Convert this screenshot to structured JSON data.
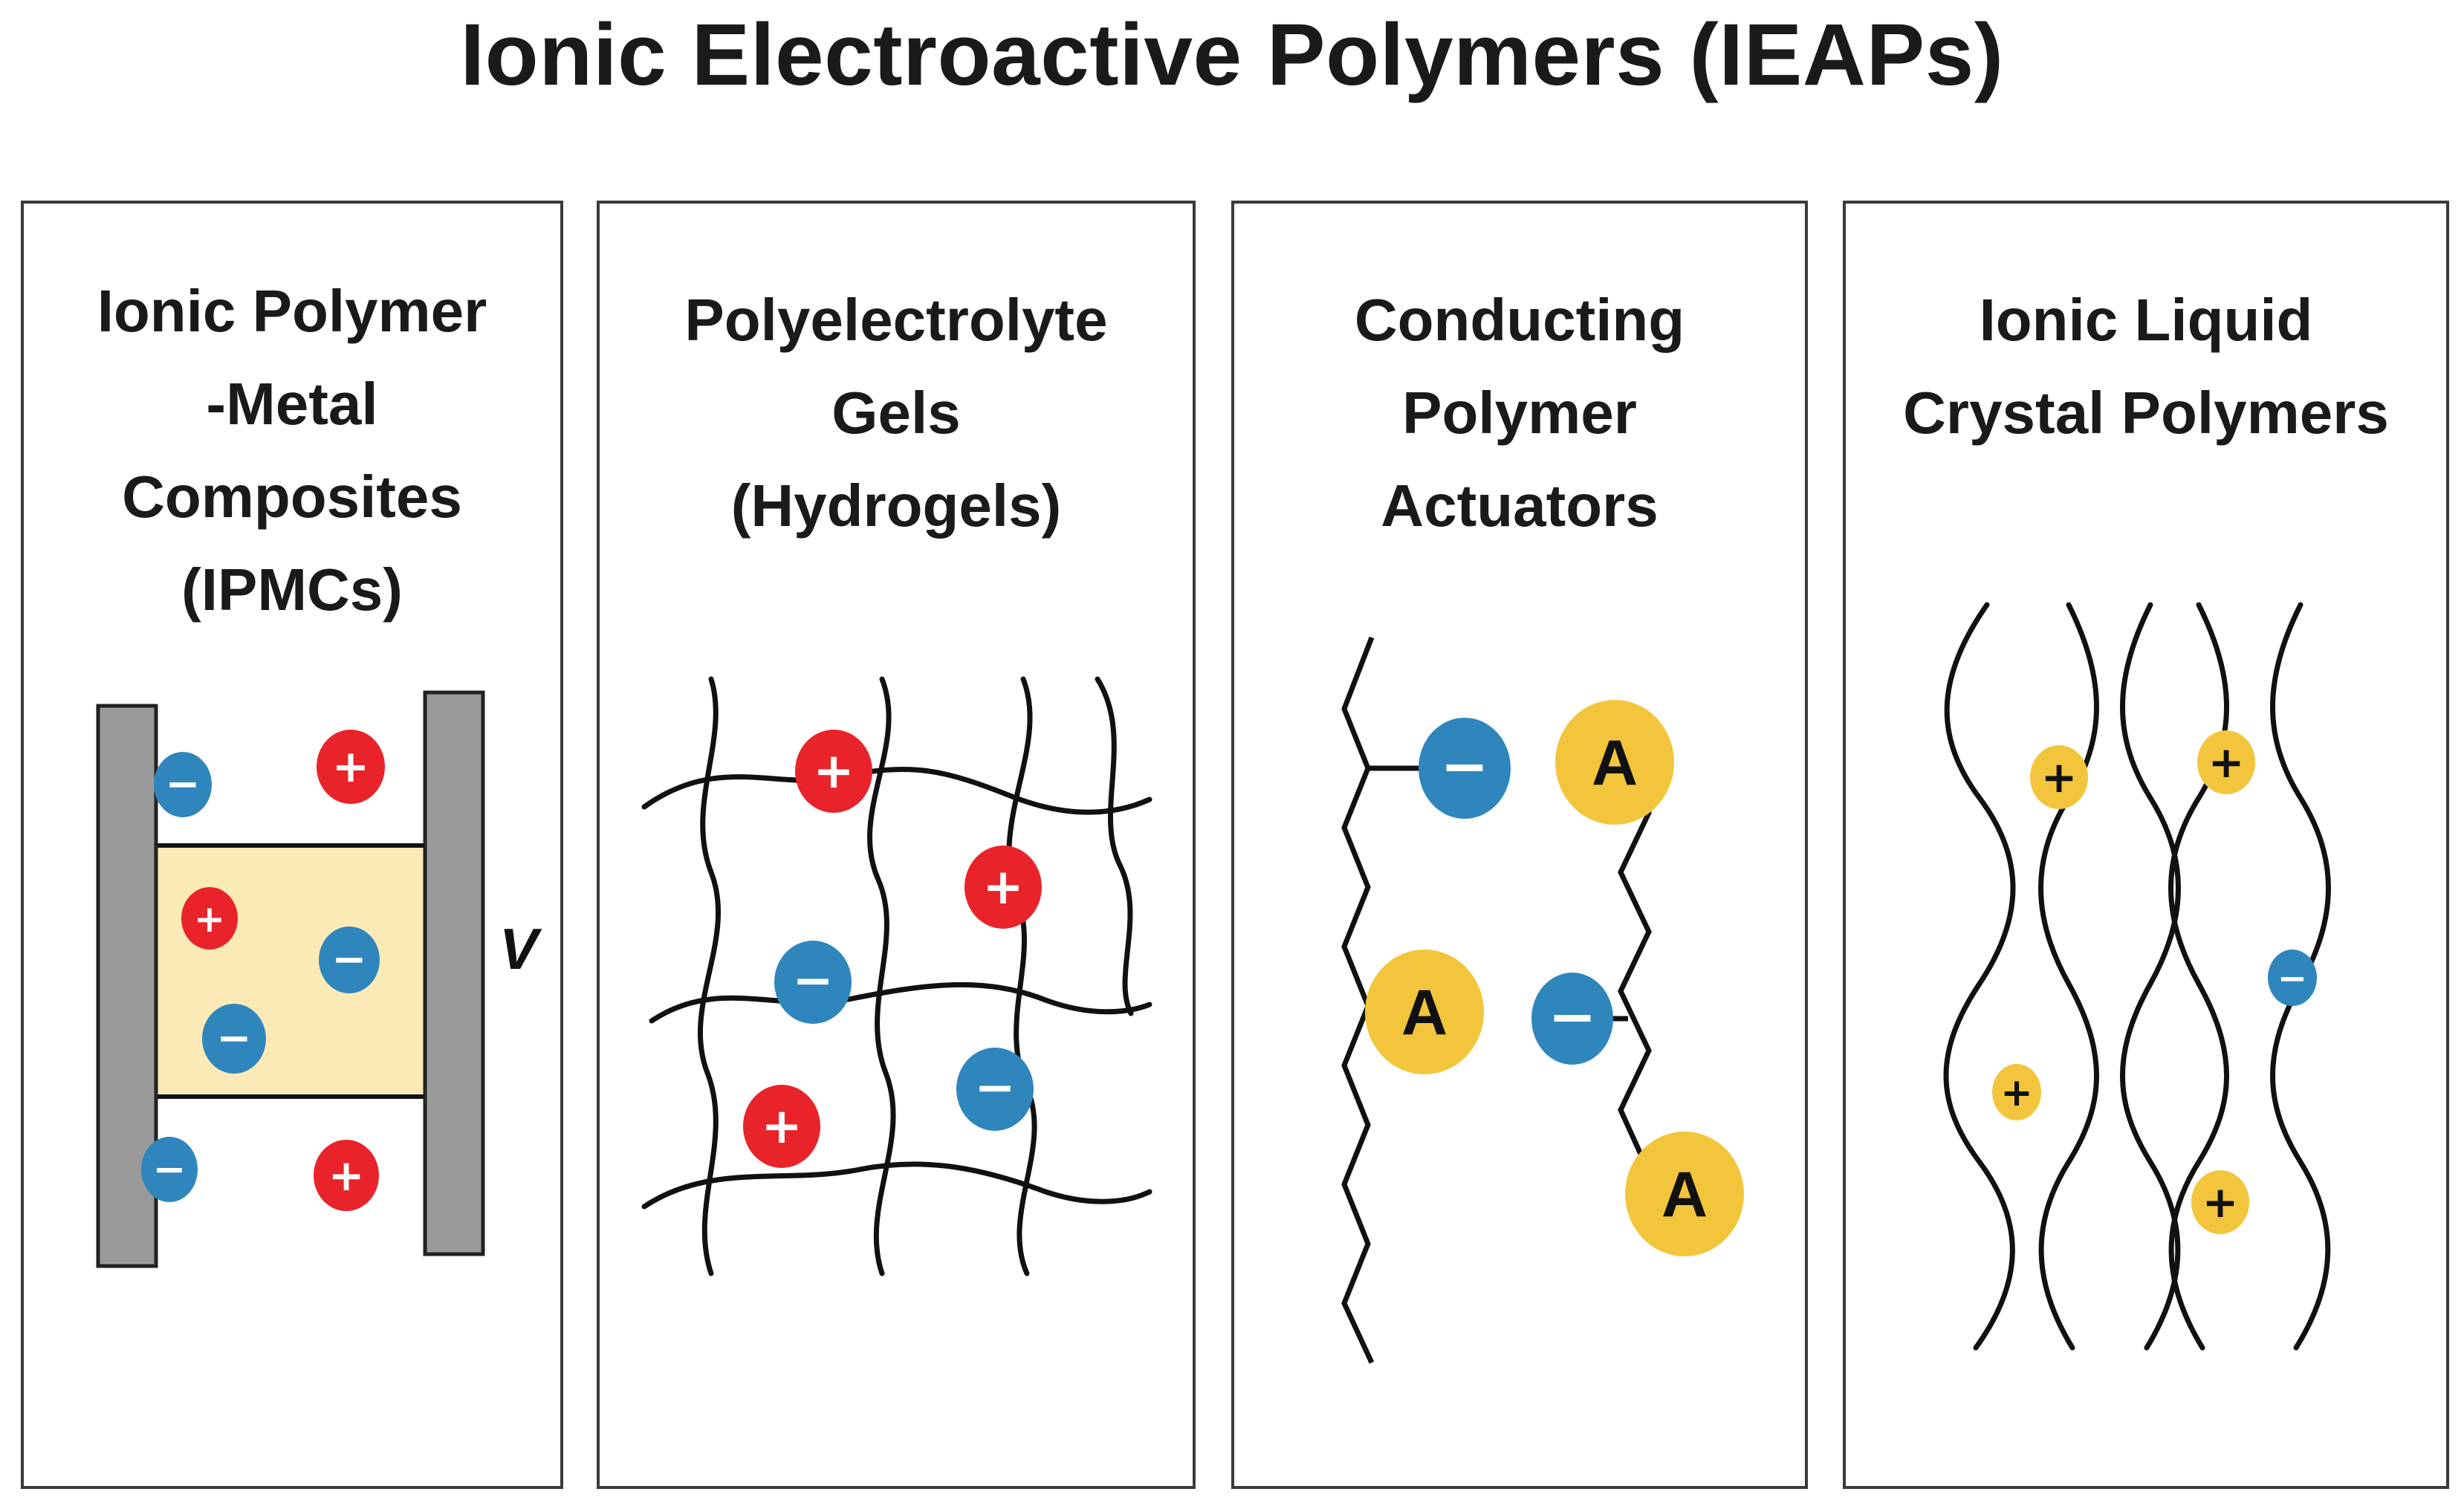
{
  "title": "Ionic Electroactive Polymers (IEAPs)",
  "panels": [
    {
      "lines": [
        "Ionic Polymer",
        "-Metal",
        "Composites",
        "(IPMCs)"
      ],
      "voltage_label": "V"
    },
    {
      "lines": [
        "Polyelectrolyte",
        "Gels",
        "(Hydrogels)"
      ]
    },
    {
      "lines": [
        "Conducting",
        "Polymer",
        "Actuators"
      ],
      "anion_label": "A"
    },
    {
      "lines": [
        "Ionic Liquid",
        "Crystal Polymers"
      ]
    }
  ],
  "symbols": {
    "plus": "+",
    "minus": "−"
  },
  "colors": {
    "cation_red": "#e8242a",
    "anion_blue": "#2f86bd",
    "anion_yellow": "#f2c53d",
    "electrode_gray": "#9a9a9a",
    "polymer_fill": "#fbeab6",
    "line_black": "#111111"
  }
}
